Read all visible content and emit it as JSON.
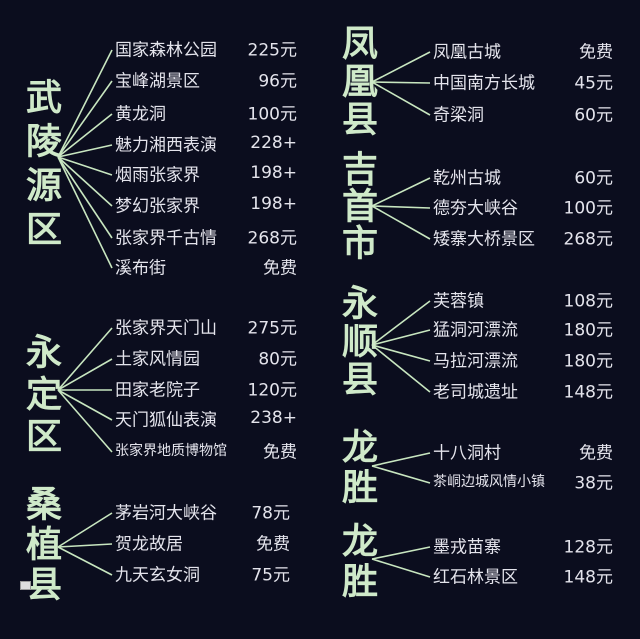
{
  "groups": [
    {
      "region": "武陵源区",
      "items": [
        {
          "name": "国家森林公园",
          "price": "225元"
        },
        {
          "name": "宝峰湖景区",
          "price": "96元"
        },
        {
          "name": "黄龙洞",
          "price": "100元"
        },
        {
          "name": "魅力湘西表演",
          "price": "228+"
        },
        {
          "name": "烟雨张家界",
          "price": "198+"
        },
        {
          "name": "梦幻张家界",
          "price": "198+"
        },
        {
          "name": "张家界千古情",
          "price": "268元"
        },
        {
          "name": "溪布街",
          "price": "免费"
        }
      ]
    },
    {
      "region": "永定区",
      "items": [
        {
          "name": "张家界天门山",
          "price": "275元"
        },
        {
          "name": "土家风情园",
          "price": "80元"
        },
        {
          "name": "田家老院子",
          "price": "120元"
        },
        {
          "name": "天门狐仙表演",
          "price": "238+"
        },
        {
          "name": "张家界地质博物馆",
          "price": "免费"
        }
      ]
    },
    {
      "region": "桑植县",
      "items": [
        {
          "name": "茅岩河大峡谷",
          "price": "78元"
        },
        {
          "name": "贺龙故居",
          "price": "免费"
        },
        {
          "name": "九天玄女洞",
          "price": "75元"
        }
      ]
    },
    {
      "region": "凤凰县",
      "items": [
        {
          "name": "凤凰古城",
          "price": "免费"
        },
        {
          "name": "中国南方长城",
          "price": "45元"
        },
        {
          "name": "奇梁洞",
          "price": "60元"
        }
      ]
    },
    {
      "region": "吉首市",
      "items": [
        {
          "name": "乾州古城",
          "price": "60元"
        },
        {
          "name": "德夯大峡谷",
          "price": "100元"
        },
        {
          "name": "矮寨大桥景区",
          "price": "268元"
        }
      ]
    },
    {
      "region": "永顺县",
      "items": [
        {
          "name": "芙蓉镇",
          "price": "108元"
        },
        {
          "name": "猛洞河漂流",
          "price": "180元"
        },
        {
          "name": "马拉河漂流",
          "price": "180元"
        },
        {
          "name": "老司城遗址",
          "price": "148元"
        }
      ]
    },
    {
      "region": "龙胜",
      "items": [
        {
          "name": "十八洞村",
          "price": "免费"
        },
        {
          "name": "茶峒边城风情小镇",
          "price": "38元"
        }
      ]
    },
    {
      "region": "龙胜",
      "items": [
        {
          "name": "墨戎苗寨",
          "price": "128元"
        },
        {
          "name": "红石林景区",
          "price": "148元"
        }
      ]
    }
  ],
  "colors": {
    "background": "#0b0d1e",
    "region": "#cfe9c9",
    "line": "#c8e6c0",
    "text": "#e4e4ec"
  }
}
